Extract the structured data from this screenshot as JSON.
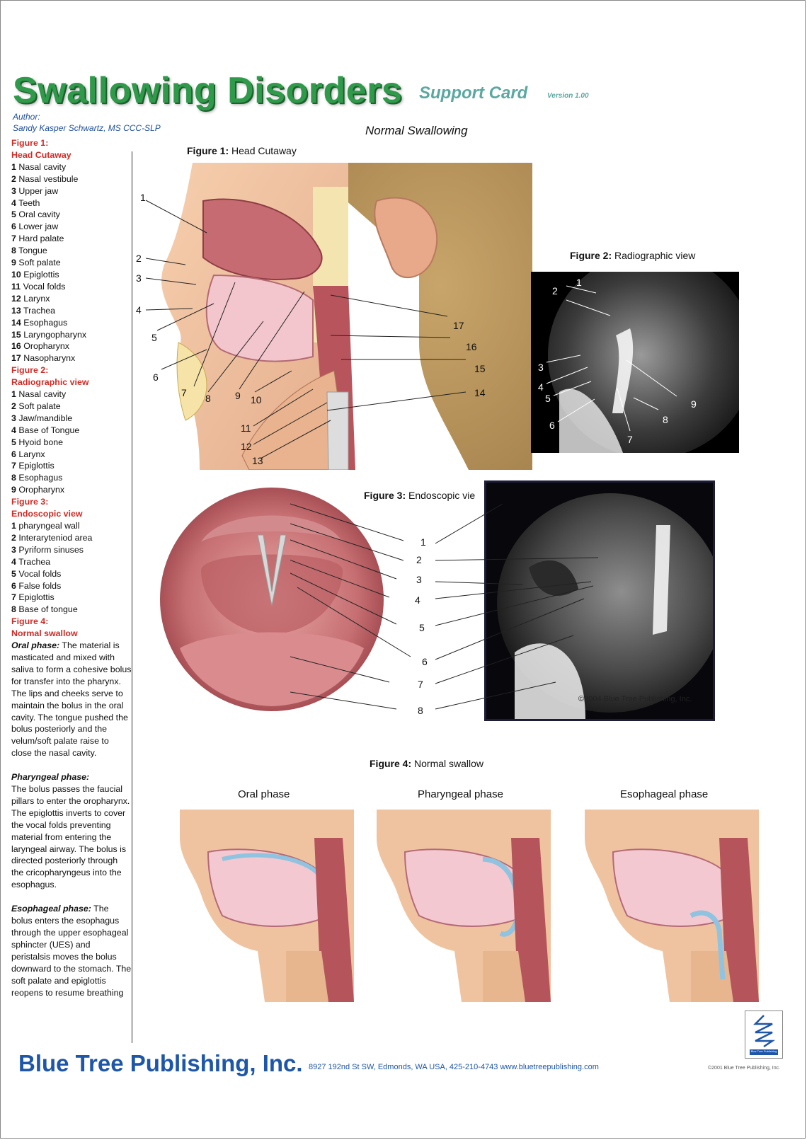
{
  "header": {
    "title": "Swallowing Disorders",
    "subtitle": "Support Card",
    "version": "Version 1.00",
    "author_label": "Author:",
    "author_name": "Sandy Kasper Schwartz, MS CCC-SLP",
    "page_heading": "Normal Swallowing"
  },
  "sidebar": {
    "fig1_title": "Figure 1:",
    "fig1_subtitle": "Head Cutaway",
    "fig1_items": [
      {
        "n": "1",
        "t": "Nasal cavity"
      },
      {
        "n": "2",
        "t": "Nasal vestibule"
      },
      {
        "n": "3",
        "t": "Upper jaw"
      },
      {
        "n": "4",
        "t": "Teeth"
      },
      {
        "n": "5",
        "t": "Oral cavity"
      },
      {
        "n": "6",
        "t": "Lower jaw"
      },
      {
        "n": "7",
        "t": "Hard palate"
      },
      {
        "n": "8",
        "t": "Tongue"
      },
      {
        "n": "9",
        "t": "Soft palate"
      },
      {
        "n": "10",
        "t": "Epiglottis"
      },
      {
        "n": "11",
        "t": "Vocal folds"
      },
      {
        "n": "12",
        "t": "Larynx"
      },
      {
        "n": "13",
        "t": "Trachea"
      },
      {
        "n": "14",
        "t": "Esophagus"
      },
      {
        "n": "15",
        "t": "Laryngopharynx"
      },
      {
        "n": "16",
        "t": "Oropharynx"
      },
      {
        "n": "17",
        "t": "Nasopharynx"
      }
    ],
    "fig2_title": "Figure 2:",
    "fig2_subtitle": "Radiographic view",
    "fig2_items": [
      {
        "n": "1",
        "t": "Nasal cavity"
      },
      {
        "n": "2",
        "t": "Soft palate"
      },
      {
        "n": "3",
        "t": "Jaw/mandible"
      },
      {
        "n": "4",
        "t": " Base of Tongue"
      },
      {
        "n": "5",
        "t": "Hyoid bone"
      },
      {
        "n": "6",
        "t": "Larynx"
      },
      {
        "n": "7",
        "t": "Epiglottis"
      },
      {
        "n": "8",
        "t": "Esophagus"
      },
      {
        "n": "9",
        "t": "Oropharynx"
      }
    ],
    "fig3_title": "Figure 3:",
    "fig3_subtitle": "Endoscopic view",
    "fig3_items": [
      {
        "n": "1",
        "t": "pharyngeal wall"
      },
      {
        "n": "2",
        "t": "Interaryteniod area"
      },
      {
        "n": "3",
        "t": "Pyriform sinuses"
      },
      {
        "n": "4",
        "t": "Trachea"
      },
      {
        "n": "5",
        "t": "Vocal folds"
      },
      {
        "n": "6",
        "t": "False folds"
      },
      {
        "n": "7",
        "t": "Epiglottis"
      },
      {
        "n": "8",
        "t": "Base of tongue"
      }
    ],
    "fig4_title": "Figure 4:",
    "fig4_subtitle": "Normal swallow",
    "oral_title": "Oral phase:",
    "oral_text": "The material is masticated and mixed with saliva to form a cohesive bolus for transfer into the pharynx.  The lips and cheeks serve to maintain the bolus in the oral cavity.  The tongue pushed the bolus posteriorly and the velum/soft palate raise to close the nasal cavity.",
    "pharyngeal_title": "Pharyngeal phase:",
    "pharyngeal_text": "The bolus passes the faucial pillars to enter the oropharynx.  The epiglottis inverts to cover the vocal folds preventing material from entering the laryngeal airway.  The bolus is directed posteriorly through the cricopharyngeus into the esophagus.",
    "esophageal_title": "Esophageal phase:",
    "esophageal_text": "The bolus enters the esophagus through the upper esophageal sphincter (UES) and peristalsis moves the bolus downward to the stomach.  The soft palate and epiglottis reopens to resume breathing"
  },
  "figures": {
    "fig1": {
      "prefix": "Figure 1:",
      "label": "Head Cutaway",
      "callouts": [
        "1",
        "2",
        "3",
        "4",
        "5",
        "6",
        "7",
        "8",
        "9",
        "10",
        "11",
        "12",
        "13",
        "14",
        "15",
        "16",
        "17"
      ]
    },
    "fig2": {
      "prefix": "Figure 2:",
      "label": "Radiographic view",
      "callouts": [
        "1",
        "2",
        "3",
        "4",
        "5",
        "6",
        "7",
        "8",
        "9"
      ]
    },
    "fig3": {
      "prefix": "Figure 3:",
      "label": "Endoscopic vie",
      "callouts": [
        "1",
        "2",
        "3",
        "4",
        "5",
        "6",
        "7",
        "8"
      ],
      "watermark": "©2004 Blue Tree Publishing, Inc."
    },
    "fig4": {
      "prefix": "Figure 4:",
      "label": "Normal swallow",
      "phases": [
        "Oral phase",
        "Pharyngeal phase",
        "Esophageal phase"
      ]
    }
  },
  "footer": {
    "brand": "Blue Tree Publishing, Inc.",
    "address": "8927 192nd St SW, Edmonds, WA  USA, 425-210-4743     www.bluetreepublishing.com",
    "copyright": "©2001 Blue Tree Publishing, Inc.",
    "logo_text": "Blue Tree Publishing"
  }
}
